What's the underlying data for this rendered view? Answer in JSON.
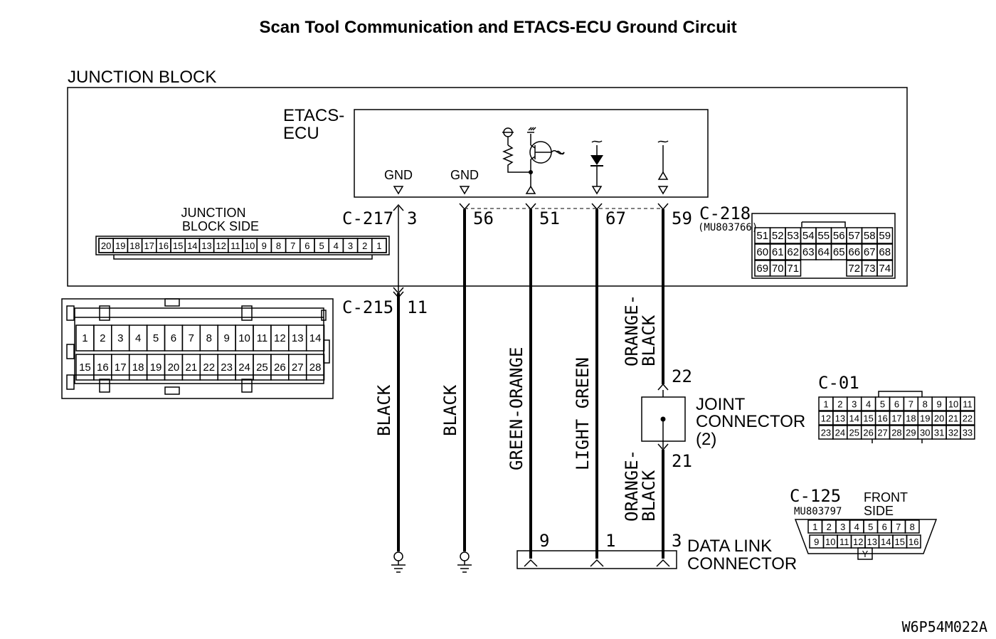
{
  "title": "Scan Tool Communication and ETACS-ECU Ground Circuit",
  "junction_block_label": "JUNCTION BLOCK",
  "ecu_label_1": "ETACS-",
  "ecu_label_2": "ECU",
  "gnd_1": "GND",
  "gnd_2": "GND",
  "jb_side_1": "JUNCTION",
  "jb_side_2": "BLOCK SIDE",
  "c217": "C-217",
  "c218": "C-218",
  "c218_part": "(MU803766)",
  "c215": "C-215",
  "c01": "C-01",
  "c125": "C-125",
  "c125_part": "MU803797",
  "front_side_1": "FRONT",
  "front_side_2": "SIDE",
  "pins": {
    "p3": "3",
    "p56": "56",
    "p51": "51",
    "p67": "67",
    "p59": "59",
    "p11": "11",
    "p22": "22",
    "p21": "21",
    "p9": "9",
    "p1": "1",
    "p3b": "3"
  },
  "wires": {
    "w1": "BLACK",
    "w2": "BLACK",
    "w3": "GREEN-ORANGE",
    "w4": "LIGHT GREEN",
    "w5a_1": "ORANGE-",
    "w5a_2": "BLACK",
    "w5b_1": "ORANGE-",
    "w5b_2": "BLACK"
  },
  "joint_1": "JOINT",
  "joint_2": "CONNECTOR",
  "joint_3": "(2)",
  "dlc_1": "DATA LINK",
  "dlc_2": "CONNECTOR",
  "code": "W6P54M022A",
  "c217_pins": [
    "20",
    "19",
    "18",
    "17",
    "16",
    "15",
    "14",
    "13",
    "12",
    "11",
    "10",
    "9",
    "8",
    "7",
    "6",
    "5",
    "4",
    "3",
    "2",
    "1"
  ],
  "c218_rows": [
    [
      "51",
      "52",
      "53",
      "54",
      "55",
      "56",
      "57",
      "58",
      "59"
    ],
    [
      "60",
      "61",
      "62",
      "63",
      "64",
      "65",
      "66",
      "67",
      "68"
    ],
    [
      "69",
      "70",
      "71",
      "72",
      "73",
      "74"
    ]
  ],
  "c215_rows": [
    [
      "1",
      "2",
      "3",
      "4",
      "5",
      "6",
      "7",
      "8",
      "9",
      "10",
      "11",
      "12",
      "13",
      "14"
    ],
    [
      "15",
      "16",
      "17",
      "18",
      "19",
      "20",
      "21",
      "22",
      "23",
      "24",
      "25",
      "26",
      "27",
      "28"
    ]
  ],
  "c01_rows": [
    [
      "1",
      "2",
      "3",
      "4",
      "5",
      "6",
      "7",
      "8",
      "9",
      "10",
      "11"
    ],
    [
      "12",
      "13",
      "14",
      "15",
      "16",
      "17",
      "18",
      "19",
      "20",
      "21",
      "22"
    ],
    [
      "23",
      "24",
      "25",
      "26",
      "27",
      "28",
      "29",
      "30",
      "31",
      "32",
      "33"
    ]
  ],
  "c125_rows": [
    [
      "1",
      "2",
      "3",
      "4",
      "5",
      "6",
      "7",
      "8"
    ],
    [
      "9",
      "10",
      "11",
      "12",
      "13",
      "14",
      "15",
      "16"
    ]
  ],
  "c125_key": "Y"
}
